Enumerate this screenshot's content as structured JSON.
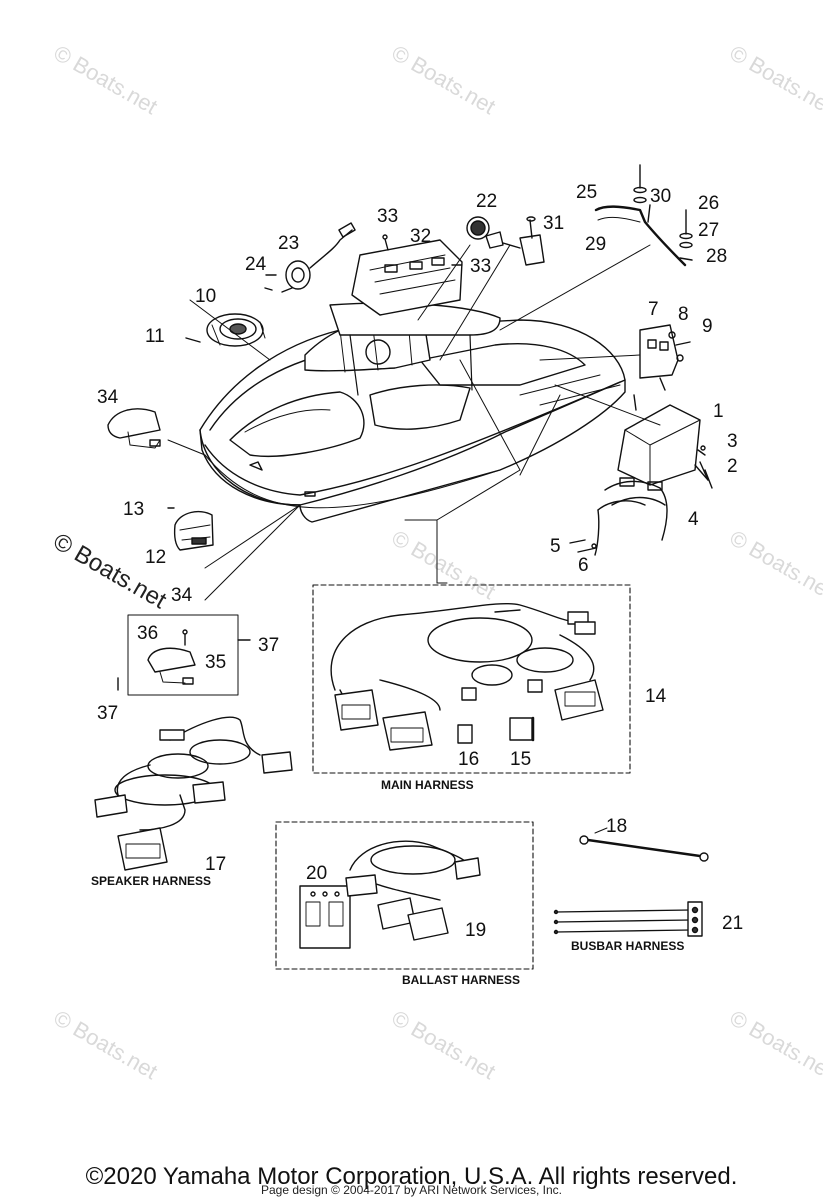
{
  "watermark": "© Boats.net",
  "part_numbers": [
    "1",
    "2",
    "3",
    "4",
    "5",
    "6",
    "7",
    "8",
    "9",
    "10",
    "11",
    "12",
    "13",
    "14",
    "15",
    "16",
    "17",
    "18",
    "19",
    "20",
    "21",
    "22",
    "23",
    "24",
    "25",
    "26",
    "27",
    "28",
    "29",
    "30",
    "31",
    "32",
    "33",
    "33",
    "34",
    "34",
    "35",
    "36",
    "37",
    "37"
  ],
  "captions": {
    "main": "MAIN HARNESS",
    "speaker": "SPEAKER HARNESS",
    "ballast": "BALLAST HARNESS",
    "busbar": "BUSBAR HARNESS"
  },
  "footer": {
    "copyright": "©2020 Yamaha Motor Corporation, U.S.A. All rights reserved.",
    "page_credit": "Page design © 2004-2017 by ARI Network Services, Inc."
  }
}
